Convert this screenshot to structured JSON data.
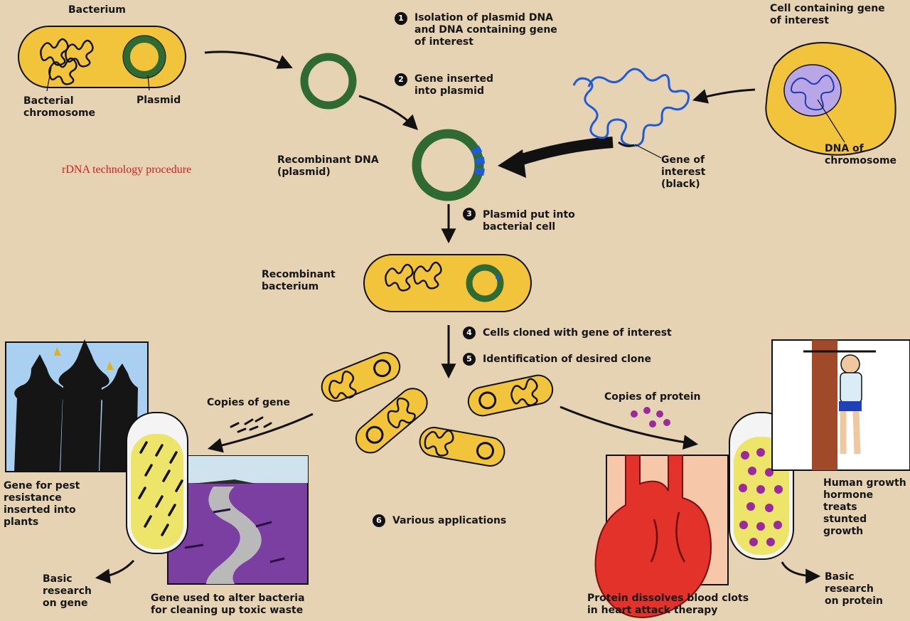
{
  "labels": {
    "bacterium": "Bacterium",
    "bacterial_chromosome": "Bacterial\nchromosome",
    "plasmid": "Plasmid",
    "cell_containing_gene": "Cell containing gene\nof interest",
    "dna_of_chromosome": "DNA of\nchromosome",
    "gene_of_interest": "Gene of\ninterest\n(black)",
    "recombinant_dna": "Recombinant DNA\n(plasmid)",
    "recombinant_bacterium": "Recombinant\nbacterium",
    "copies_of_gene": "Copies of gene",
    "copies_of_protein": "Copies of protein",
    "gene_pest_resistance": "Gene for pest\nresistance\ninserted into\nplants",
    "basic_research_gene": "Basic\nresearch\non gene",
    "gene_toxic_waste": "Gene used to alter bacteria\nfor cleaning up toxic waste",
    "protein_blood_clots": "Protein dissolves blood clots\nin heart attack therapy",
    "human_growth_hormone": "Human growth\nhormone treats\nstunted growth",
    "basic_research_protein": "Basic\nresearch\non protein"
  },
  "steps": [
    {
      "num": "1",
      "text": "Isolation of plasmid DNA\nand DNA containing gene\nof interest"
    },
    {
      "num": "2",
      "text": "Gene inserted\ninto plasmid"
    },
    {
      "num": "3",
      "text": "Plasmid put into\nbacterial cell"
    },
    {
      "num": "4",
      "text": "Cells cloned with gene of interest"
    },
    {
      "num": "5",
      "text": "Identification of desired clone"
    },
    {
      "num": "6",
      "text": "Various applications"
    }
  ],
  "caption": "rDNA technology procedure",
  "colors": {
    "background": "#e6d3b3",
    "bacterium_fill": "#f2c43c",
    "plasmid_green": "#2f6a32",
    "gene_blue": "#1d5bd8",
    "nucleus_purple": "#b9a6e6",
    "protein_dot": "#9a2a9e",
    "heart_red": "#e2322a",
    "caption_red": "#d81c1c"
  }
}
